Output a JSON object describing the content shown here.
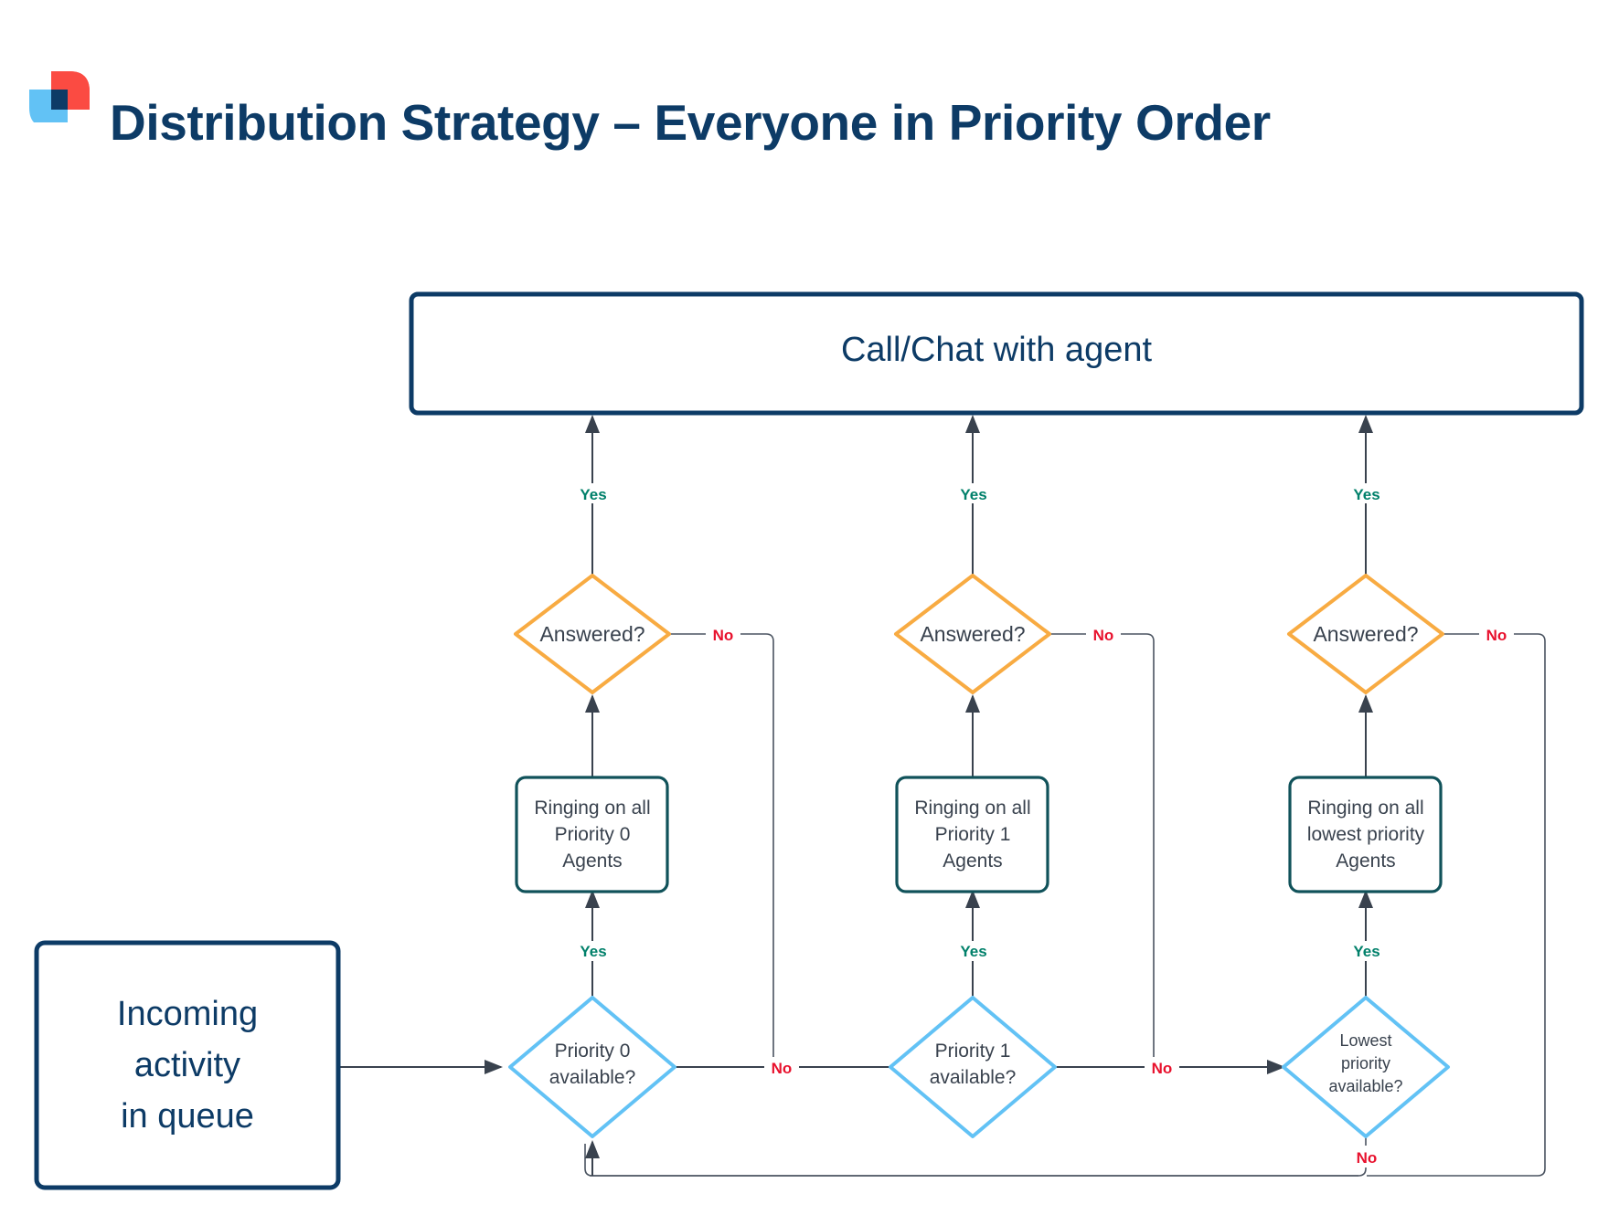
{
  "slide": {
    "title": "Distribution Strategy – Everyone in Priority Order",
    "logo_name": "brand-logo"
  },
  "colors": {
    "navy": "#0d3b66",
    "green_border": "#10525a",
    "orange_border": "#f8ab42",
    "blue_border": "#62c2f5",
    "yes_label": "#00806a",
    "no_label": "#e8112d",
    "line": "#39424e",
    "logo_red": "#fb4b42",
    "logo_blue": "#62c2f5",
    "logo_navy": "#0d3b66"
  },
  "flow": {
    "terminal": {
      "label_lines": [
        "Call/Chat with agent"
      ]
    },
    "start": {
      "label_lines": [
        "Incoming",
        "activity",
        "in queue"
      ]
    },
    "columns": [
      {
        "key": "priority-0",
        "decision_available": {
          "label_lines": [
            "Priority 0",
            "available?"
          ]
        },
        "ringing": {
          "label_lines": [
            "Ringing on all",
            "Priority 0",
            "Agents"
          ]
        },
        "decision_answered": {
          "label_lines": [
            "Answered?"
          ]
        },
        "yes_to_ringing": "Yes",
        "yes_to_terminal": "Yes",
        "no_from_available": "No",
        "no_from_answered": "No"
      },
      {
        "key": "priority-1",
        "decision_available": {
          "label_lines": [
            "Priority 1",
            "available?"
          ]
        },
        "ringing": {
          "label_lines": [
            "Ringing on all",
            "Priority 1",
            "Agents"
          ]
        },
        "decision_answered": {
          "label_lines": [
            "Answered?"
          ]
        },
        "yes_to_ringing": "Yes",
        "yes_to_terminal": "Yes",
        "no_from_available": "No",
        "no_from_answered": "No"
      },
      {
        "key": "lowest-priority",
        "decision_available": {
          "label_lines": [
            "Lowest",
            "priority",
            "available?"
          ]
        },
        "ringing": {
          "label_lines": [
            "Ringing on all",
            "lowest priority",
            "Agents"
          ]
        },
        "decision_answered": {
          "label_lines": [
            "Answered?"
          ]
        },
        "yes_to_ringing": "Yes",
        "yes_to_terminal": "Yes",
        "no_from_available": "No",
        "no_from_answered": "No"
      }
    ]
  }
}
